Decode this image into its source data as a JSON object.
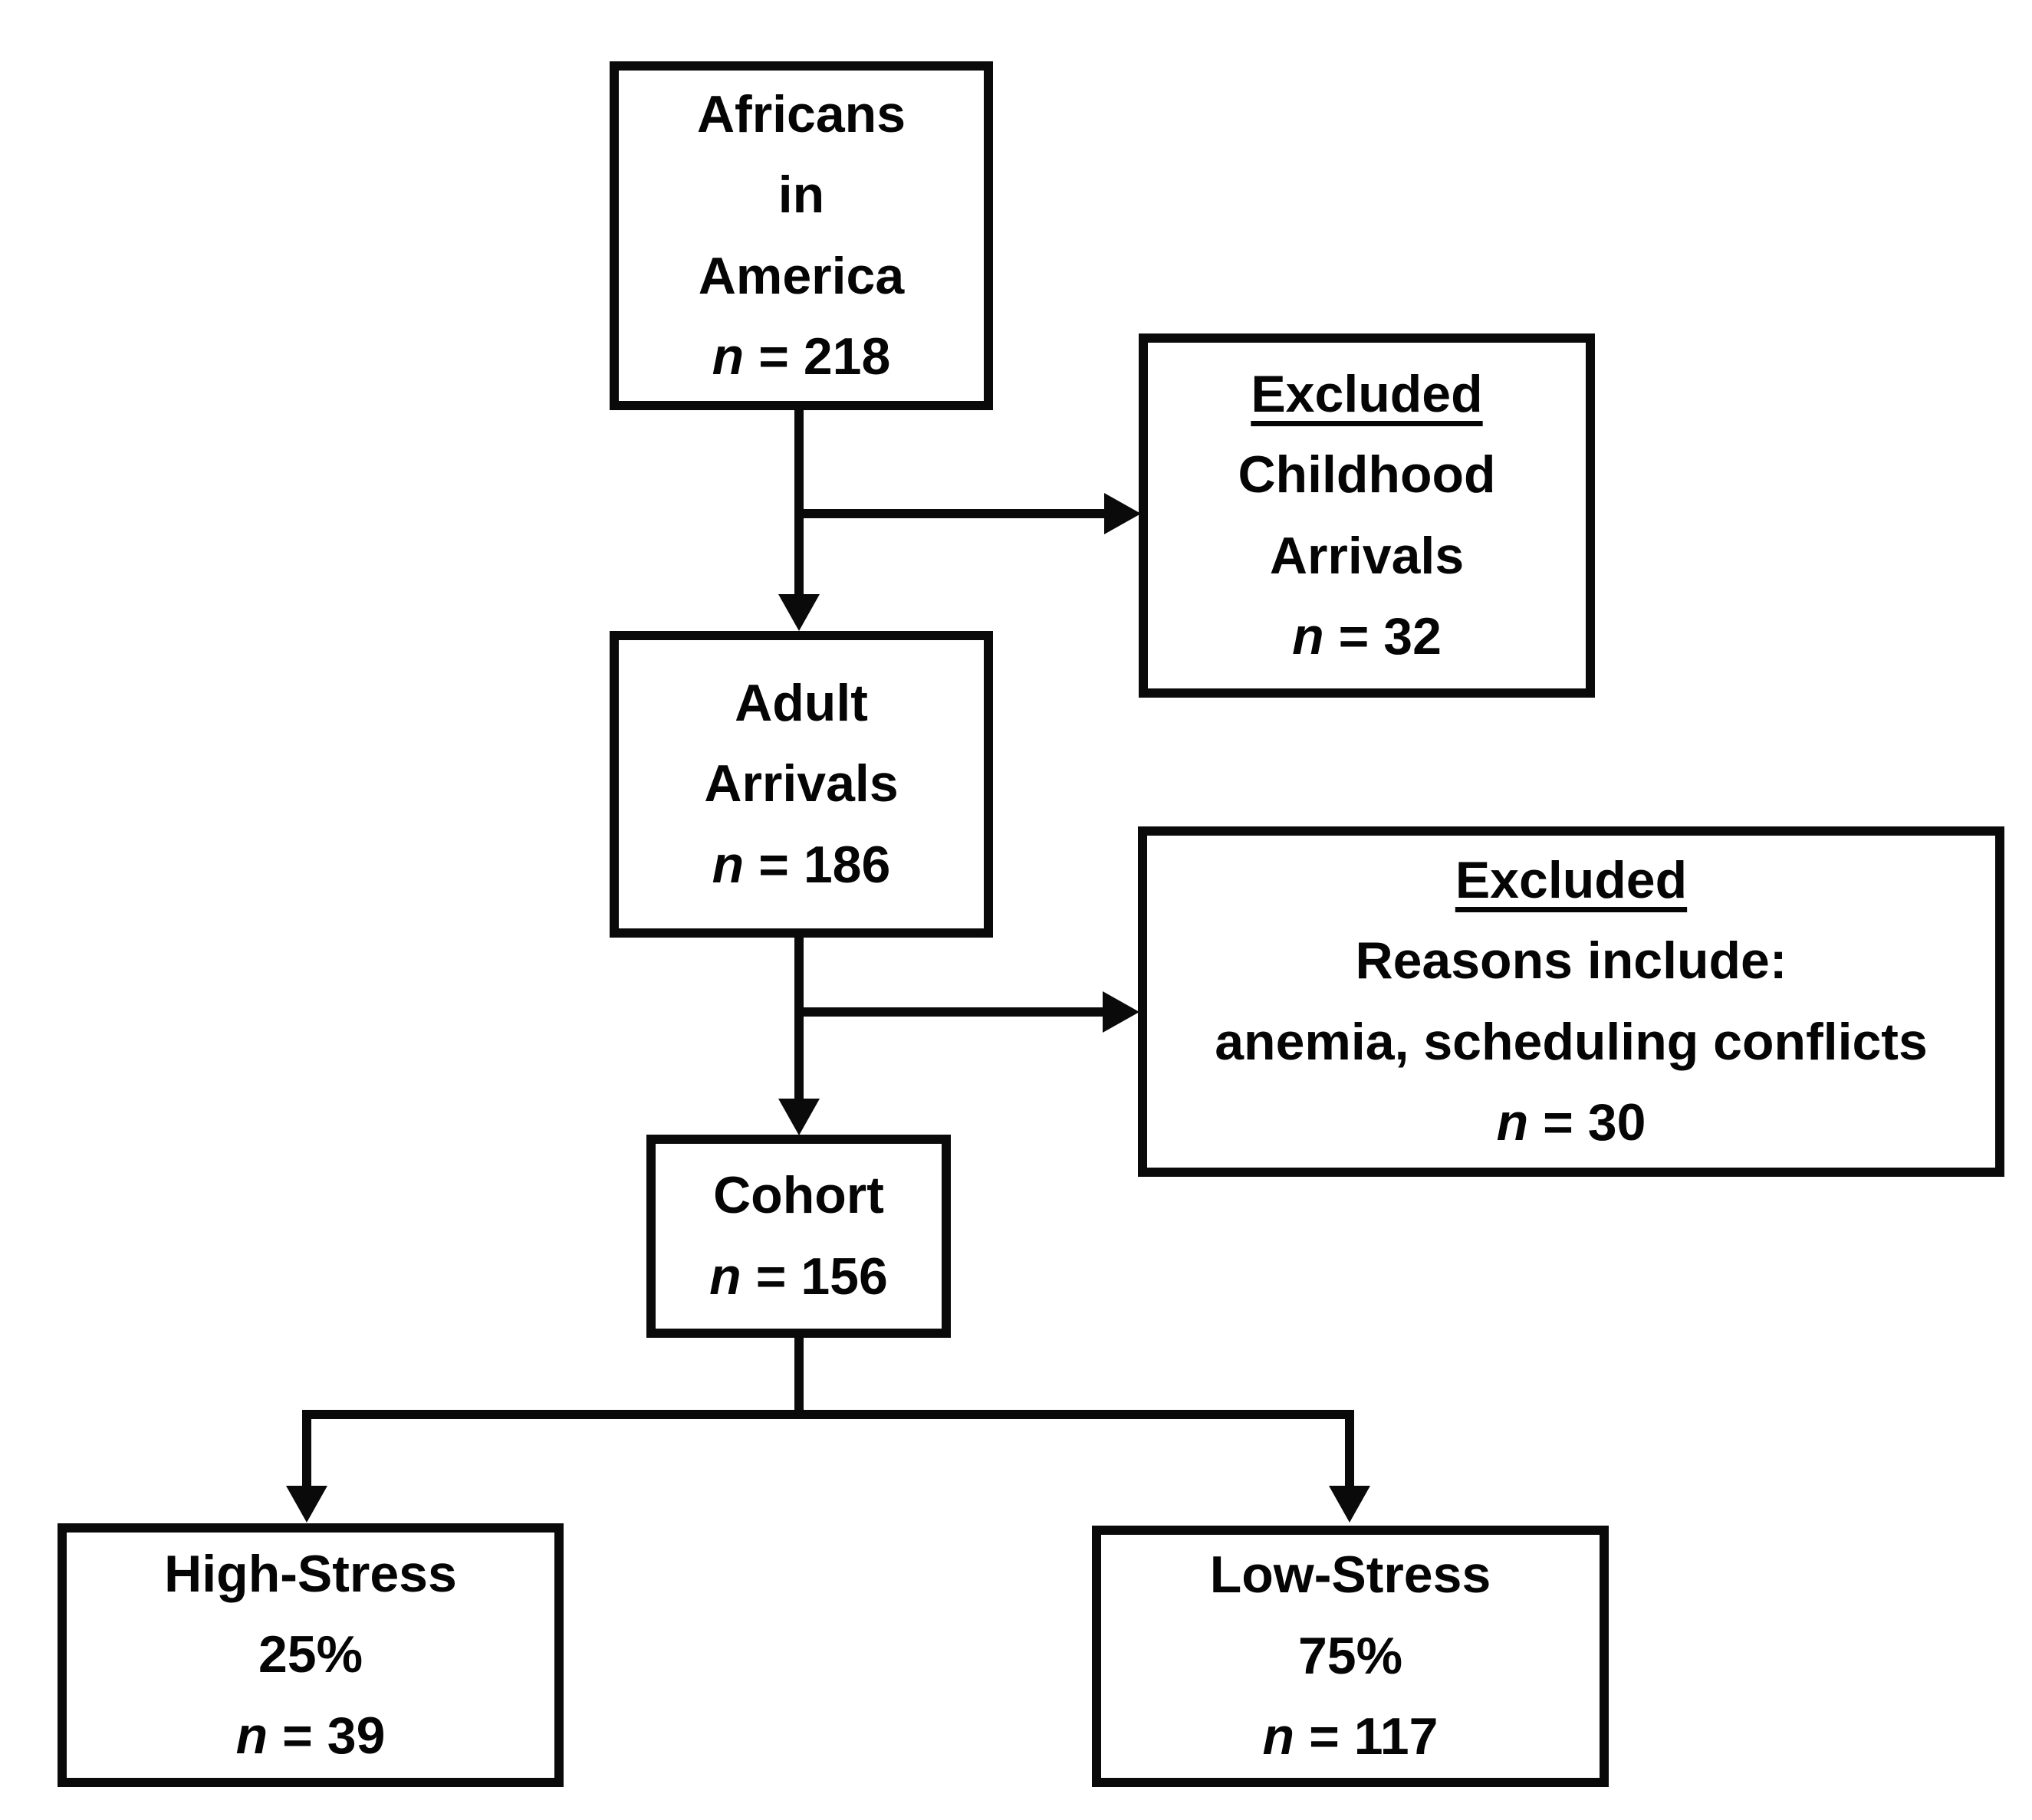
{
  "diagram": {
    "colors": {
      "ink": "#0a0a0a",
      "background": "#ffffff"
    },
    "nodes": {
      "africans": {
        "lines": [
          "Africans",
          "in",
          "America"
        ],
        "n_var": "n",
        "n_value": "= 218"
      },
      "excluded_childhood": {
        "heading": "Excluded",
        "lines": [
          "Childhood",
          "Arrivals"
        ],
        "n_var": "n",
        "n_value": "= 32"
      },
      "adult_arrivals": {
        "lines": [
          "Adult",
          "Arrivals"
        ],
        "n_var": "n",
        "n_value": "= 186"
      },
      "excluded_reasons": {
        "heading": "Excluded",
        "lines": [
          "Reasons include:",
          "anemia, scheduling conflicts"
        ],
        "n_var": "n",
        "n_value": "= 30"
      },
      "cohort": {
        "lines": [
          "Cohort"
        ],
        "n_var": "n",
        "n_value": "= 156"
      },
      "high_stress": {
        "lines": [
          "High-Stress",
          "25%"
        ],
        "n_var": "n",
        "n_value": "= 39"
      },
      "low_stress": {
        "lines": [
          "Low-Stress",
          "75%"
        ],
        "n_var": "n",
        "n_value": "= 117"
      }
    }
  }
}
